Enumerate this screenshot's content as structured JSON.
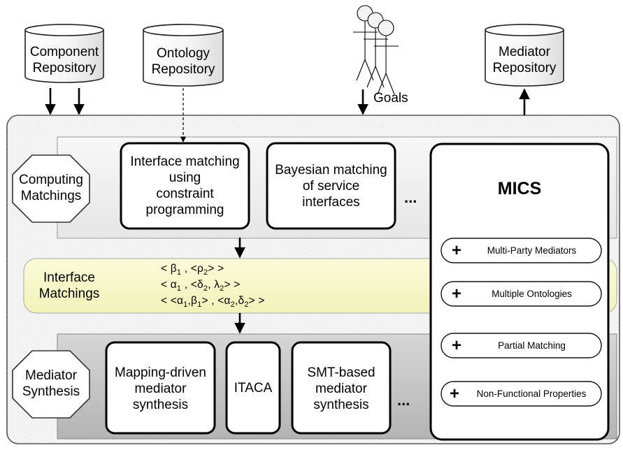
{
  "repositories": {
    "component": "Component\nRepository",
    "ontology": "Ontology\nRepository",
    "mediator": "Mediator\nRepository"
  },
  "goals_label": "Goals",
  "phases": {
    "computing": "Computing\nMatchings",
    "interface_matchings": "Interface\nMatchings",
    "synthesis": "Mediator\nSynthesis"
  },
  "matching_boxes": [
    "Interface matching\nusing\nconstraint\nprogramming",
    "Bayesian matching\nof service\ninterfaces"
  ],
  "synthesis_boxes": [
    "Mapping-driven\nmediator\nsynthesis",
    "ITACA",
    "SMT-based\nmediator\nsynthesis"
  ],
  "ellipsis": "...",
  "mics": {
    "title": "MICS",
    "plus": "+",
    "features": [
      "Multi-Party Mediators",
      "Multiple Ontologies",
      "Partial Matching",
      "Non-Functional Properties"
    ]
  },
  "interface_matchings_lines": [
    "< β1 , <ρ2> >",
    "< α1 , <δ2, λ2> >",
    "< <α1,β1> , <α2,δ2> >"
  ]
}
